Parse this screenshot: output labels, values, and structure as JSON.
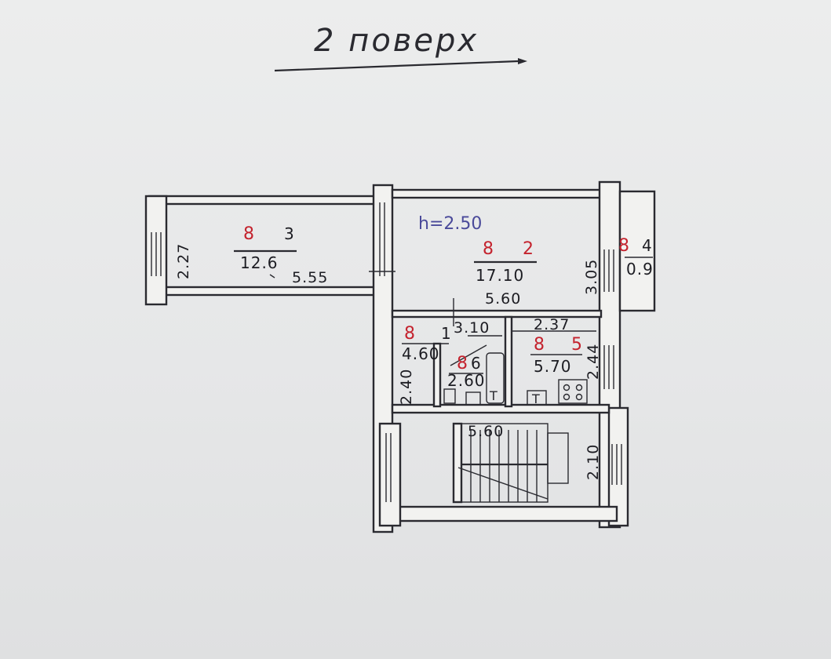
{
  "heading": "2 поверх",
  "ceiling_height": "h=2.50",
  "rooms": [
    {
      "number": "8",
      "index": "3",
      "area": "12.6",
      "width": "2.27",
      "length": "5.55"
    },
    {
      "number": "8",
      "index": "2",
      "area": "17.10",
      "width": "3.05",
      "length": "5.60"
    },
    {
      "number": "8",
      "index": "4",
      "area": "0.9"
    },
    {
      "number": "8",
      "index": "1",
      "area": "4.60",
      "width": "2.40",
      "length": "3.10"
    },
    {
      "number": "8",
      "index": "6",
      "area": "2.60"
    },
    {
      "number": "8",
      "index": "5",
      "area": "5.70",
      "width": "2.44",
      "length": "2.37"
    }
  ],
  "stair_dims": {
    "length": "5.60",
    "width": "2.10"
  },
  "fixture_label": "Т",
  "colors": {
    "ink": "#2a2a30",
    "red": "#c4232e",
    "blue": "#4a4a9a",
    "paper": "#e9eaeb"
  }
}
